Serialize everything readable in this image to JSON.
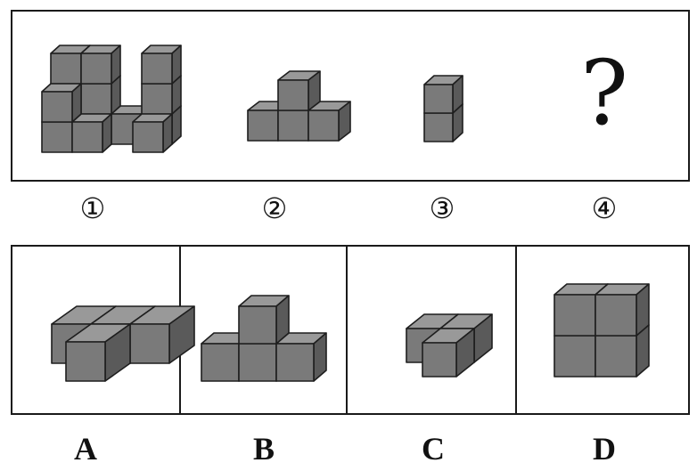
{
  "puzzle": {
    "question_mark": "?",
    "sequence_labels": [
      "①",
      "②",
      "③",
      "④"
    ],
    "option_labels": [
      "A",
      "B",
      "C",
      "D"
    ]
  },
  "colors": {
    "cube_front": "#7a7a7a",
    "cube_top": "#999999",
    "cube_side": "#5a5a5a",
    "edge": "#1e1e1e",
    "border": "#1a1a1a"
  }
}
